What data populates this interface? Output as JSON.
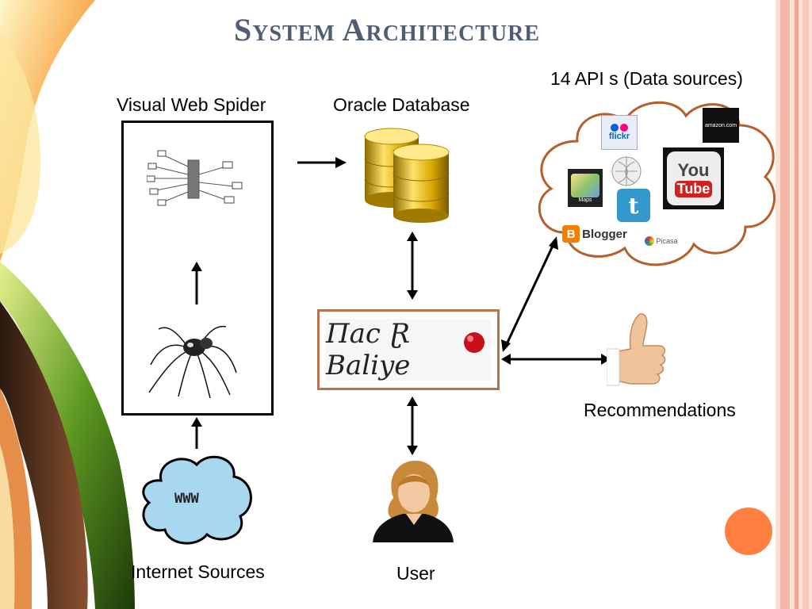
{
  "title": "System Architecture",
  "labels": {
    "spider": "Visual Web Spider",
    "oracle": "Oracle Database",
    "api": "14 API s (Data sources)",
    "recommendations": "Recommendations",
    "internet": "Internet Sources",
    "user": "User",
    "www": "WWW"
  },
  "logo_text": "Πac Ɽ Baliye",
  "api_logos": {
    "flickr": "flickr",
    "amazon": "amazon.com",
    "you": "You",
    "tube": "Tube",
    "maps": "Maps",
    "blogger": "Blogger",
    "picasa": "Picasa"
  },
  "colors": {
    "title": "#4f5d73",
    "cloud_border": "#b5602b",
    "www_cloud": "#a8d8f0",
    "logo_border": "#b8734c",
    "accent_circle": "#ff8040",
    "right_bars": "#f6b8a6"
  }
}
